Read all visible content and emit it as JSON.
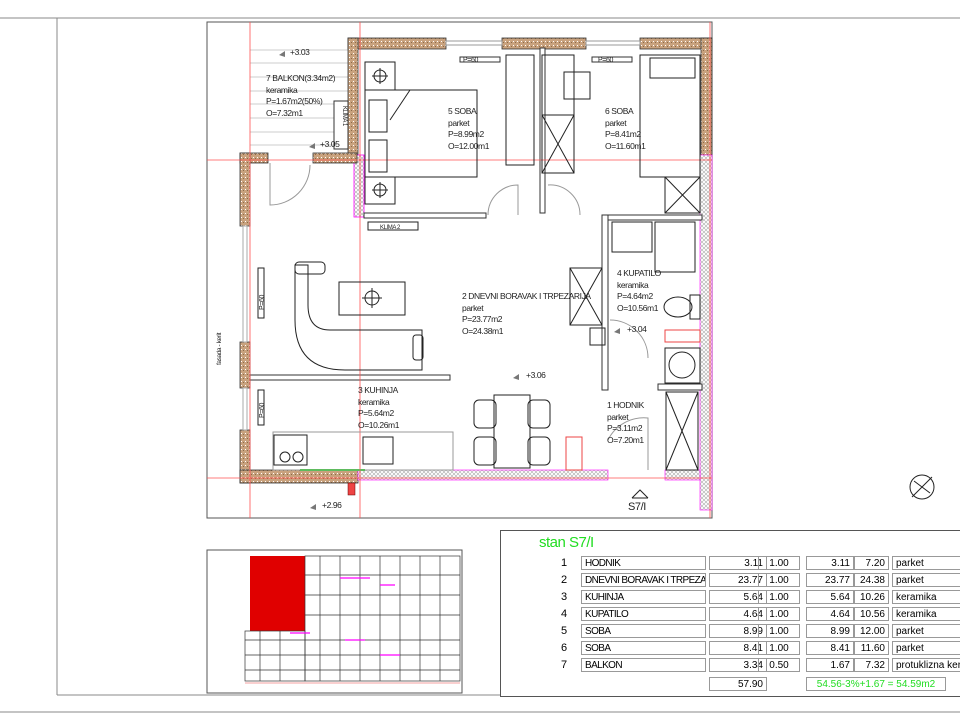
{
  "plan": {
    "balcony": {
      "name": "7 BALKON(3.34m2)",
      "floor": "keramika",
      "area": "P=1.67m2(50%)",
      "perimeter": "O=7.32m1"
    },
    "room5": {
      "name": "5 SOBA",
      "floor": "parket",
      "area": "P=8.99m2",
      "perimeter": "O=12.00m1"
    },
    "room6": {
      "name": "6 SOBA",
      "floor": "parket",
      "area": "P=8.41m2",
      "perimeter": "O=11.60m1"
    },
    "room2": {
      "name": "2 DNEVNI BORAVAK I TRPEZARIJA",
      "floor": "parket",
      "area": "P=23.77m2",
      "perimeter": "O=24.38m1"
    },
    "room4": {
      "name": "4 KUPATILO",
      "floor": "keramika",
      "area": "P=4.64m2",
      "perimeter": "O=10.56m1"
    },
    "room3": {
      "name": "3 KUHINJA",
      "floor": "keramika",
      "area": "P=5.64m2",
      "perimeter": "O=10.26m1"
    },
    "room1": {
      "name": "1 HODNIK",
      "floor": "parket",
      "area": "P=3.11m2",
      "perimeter": "O=7.20m1"
    },
    "levels": [
      "+3.03",
      "+3.05",
      "+3.06",
      "+3.04",
      "+2.96"
    ],
    "window_labels": [
      "P=60",
      "P=60",
      "P=60",
      "P=60"
    ],
    "klima": [
      "KLIMA 1",
      "KLIMA 2"
    ],
    "facade": "fasada - kerit",
    "section_mark": "S7/I"
  },
  "table": {
    "title": "stan S7/I",
    "rows": [
      {
        "n": "1",
        "name": "HODNIK",
        "area": "3.11",
        "coef": "1.00",
        "net": "3.11",
        "perim": "7.20",
        "floor": "parket"
      },
      {
        "n": "2",
        "name": "DNEVNI BORAVAK I TRPEZARIJA",
        "area": "23.77",
        "coef": "1.00",
        "net": "23.77",
        "perim": "24.38",
        "floor": "parket"
      },
      {
        "n": "3",
        "name": "KUHINJA",
        "area": "5.64",
        "coef": "1.00",
        "net": "5.64",
        "perim": "10.26",
        "floor": "keramika"
      },
      {
        "n": "4",
        "name": "KUPATILO",
        "area": "4.64",
        "coef": "1.00",
        "net": "4.64",
        "perim": "10.56",
        "floor": "keramika"
      },
      {
        "n": "5",
        "name": "SOBA",
        "area": "8.99",
        "coef": "1.00",
        "net": "8.99",
        "perim": "12.00",
        "floor": "parket"
      },
      {
        "n": "6",
        "name": "SOBA",
        "area": "8.41",
        "coef": "1.00",
        "net": "8.41",
        "perim": "11.60",
        "floor": "parket"
      },
      {
        "n": "7",
        "name": "BALKON",
        "area": "3.34",
        "coef": "0.50",
        "net": "1.67",
        "perim": "7.32",
        "floor": "protuklizna keramika"
      }
    ],
    "total": "57.90",
    "formula": "54.56-3%+1.67 = 54.59m2"
  },
  "colors": {
    "wall": "#c9a27e",
    "axis": "#ff4040",
    "magenta": "#ff00ff",
    "green": "#22dd22"
  }
}
